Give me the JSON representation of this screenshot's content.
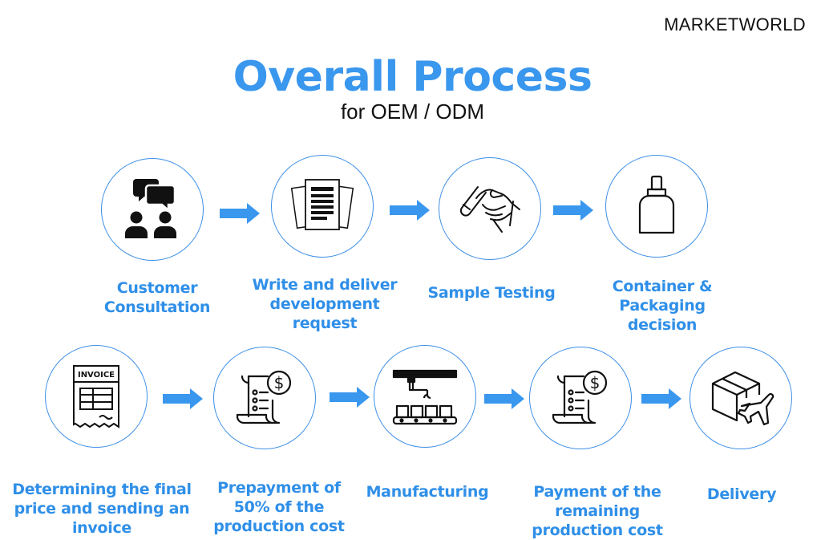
{
  "brand": "MARKETWORLD",
  "title": "Overall Process",
  "subtitle": "for OEM / ODM",
  "accent_color": "#3a97ee",
  "arrow_color": "#3a97ee",
  "steps": [
    {
      "label_lines": [
        "Customer",
        "Consultation"
      ],
      "icon": "consultation-chat-icon"
    },
    {
      "label_lines": [
        "Write and deliver",
        "development request"
      ],
      "icon": "documents-icon"
    },
    {
      "label_lines": [
        "Sample Testing"
      ],
      "icon": "hand-sample-icon"
    },
    {
      "label_lines": [
        "Container & Packaging",
        "decision"
      ],
      "icon": "bottle-container-icon"
    },
    {
      "label_lines": [
        "Determining the final",
        "price and sending an",
        "invoice"
      ],
      "icon": "invoice-icon",
      "icon_text": "INVOICE"
    },
    {
      "label_lines": [
        "Prepayment of",
        "50% of the",
        "production cost"
      ],
      "icon": "bill-payment-icon"
    },
    {
      "label_lines": [
        "Manufacturing"
      ],
      "icon": "factory-conveyor-icon"
    },
    {
      "label_lines": [
        "Payment of the remaining",
        "production cost"
      ],
      "icon": "bill-payment-icon"
    },
    {
      "label_lines": [
        "Delivery"
      ],
      "icon": "package-airplane-icon"
    }
  ]
}
